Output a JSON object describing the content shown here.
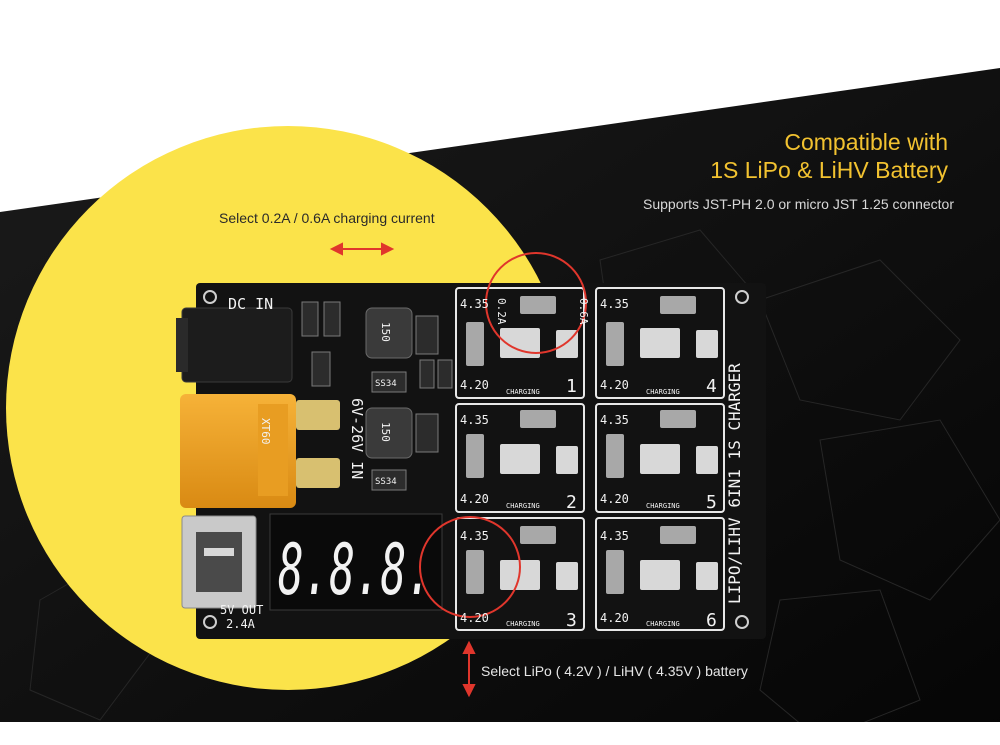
{
  "headline": {
    "line1": "Compatible with",
    "line2": "1S LiPo & LiHV Battery"
  },
  "subline": "Supports JST-PH 2.0 or micro JST 1.25 connector",
  "current_note": "Select 0.2A / 0.6A charging current",
  "battery_note": "Select LiPo ( 4.2V ) / LiHV ( 4.35V ) battery",
  "board": {
    "dc_in": "DC IN",
    "voltage_in": "6V-26V IN",
    "usb_out_1": "5V OUT",
    "usb_out_2": "2.4A",
    "display": "8.8.8.",
    "side_label": "LIPO/LIHV 6IN1 1S CHARGER",
    "xt60": "XT60",
    "inductor": "150",
    "chip": "SS34",
    "channel_left_top": "4.35",
    "channel_left_bottom": "4.20",
    "channel_current_low": "0.2A",
    "channel_current_high": "0.6A",
    "channel_status": "CHARGING",
    "channel_numbers": [
      "1",
      "2",
      "3",
      "4",
      "5",
      "6"
    ]
  },
  "colors": {
    "accent": "#f2c230",
    "circle_yellow": "#fbe34a",
    "pcb": "#121212",
    "annotation_red": "#e0362c"
  }
}
